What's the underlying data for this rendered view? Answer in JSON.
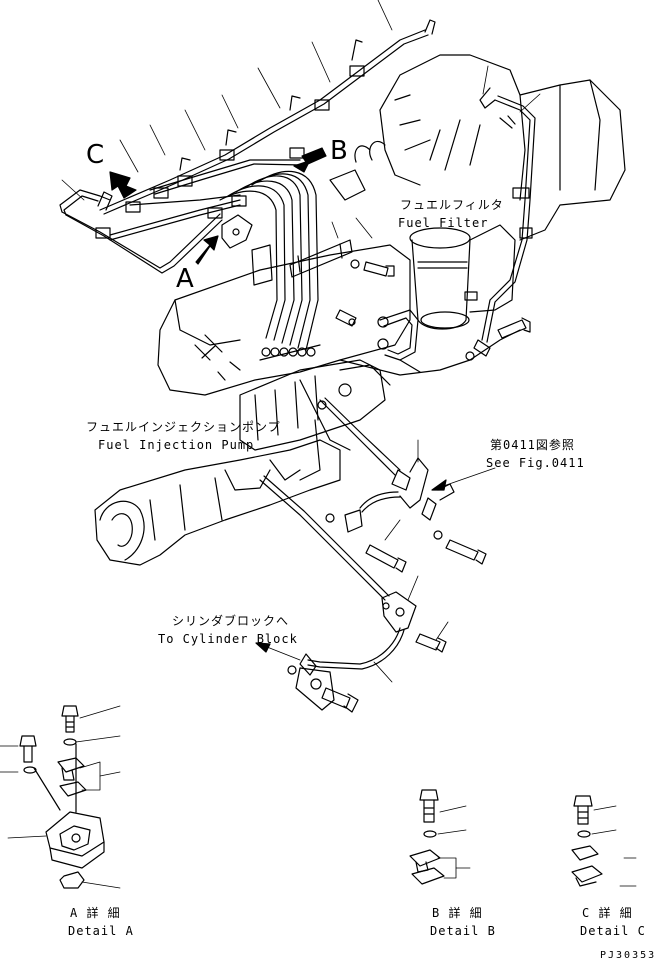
{
  "callouts": {
    "A": "A",
    "B": "B",
    "C": "C"
  },
  "labels": {
    "fuel_filter_jp": "フュエルフィルタ",
    "fuel_filter_en": "Fuel Filter",
    "injection_pump_jp": "フュエルインジェクションポンプ",
    "injection_pump_en": "Fuel Injection Pump",
    "see_fig_jp": "第0411図参照",
    "see_fig_en": "See Fig.0411",
    "cyl_block_jp": "シリンダブロックへ",
    "cyl_block_en": "To Cylinder Block"
  },
  "details": {
    "a_jp": "A 詳 細",
    "a_en": "Detail A",
    "b_jp": "B 詳 細",
    "b_en": "Detail B",
    "c_jp": "C 詳 細",
    "c_en": "Detail C"
  },
  "page_code": "PJ30353"
}
